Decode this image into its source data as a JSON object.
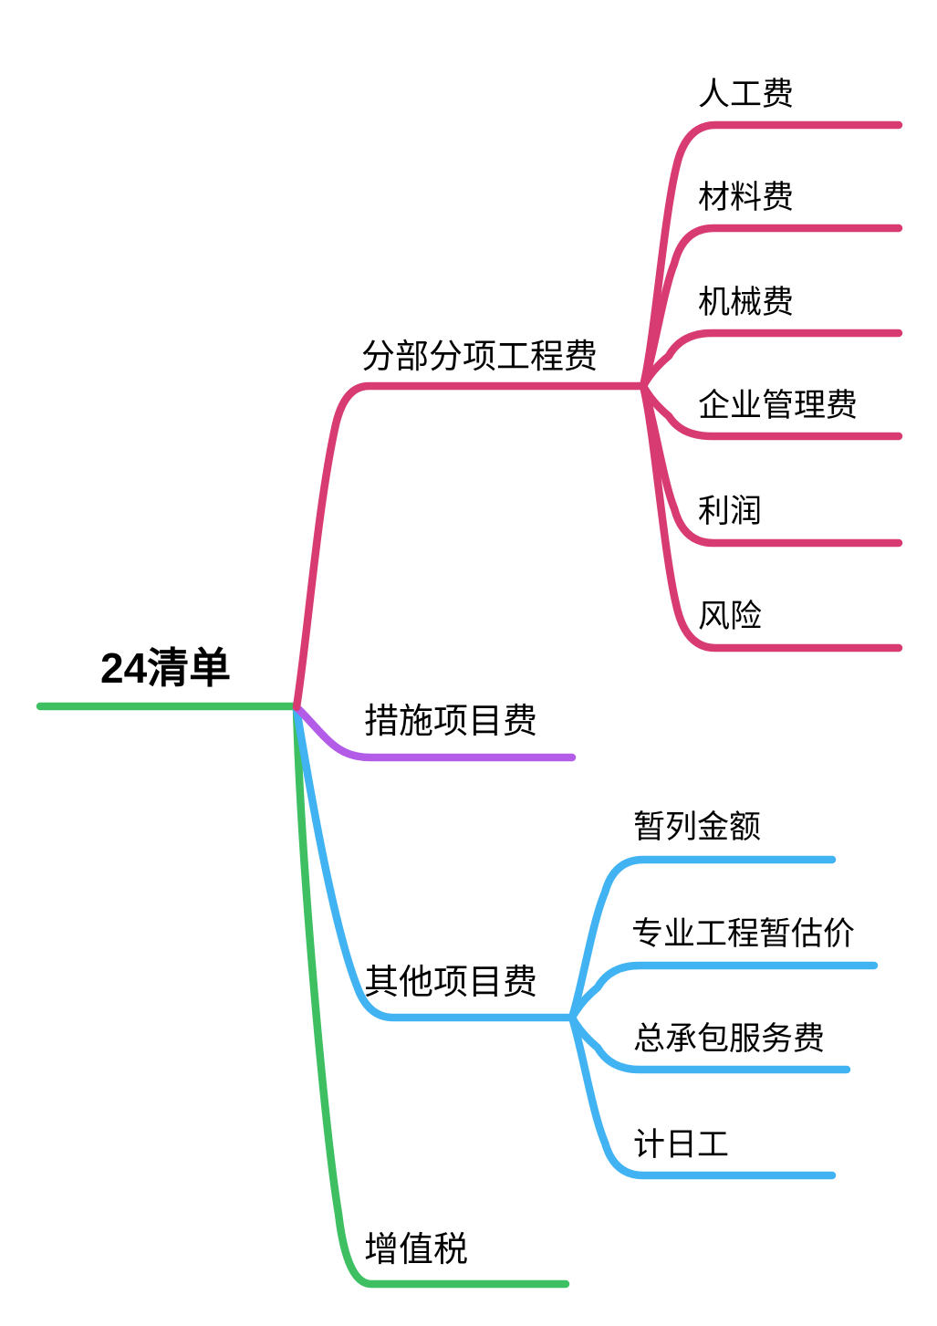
{
  "root": {
    "label": "24清单"
  },
  "branches": [
    {
      "label": "分部分项工程费",
      "color": "#D83A72",
      "children": [
        {
          "label": "人工费"
        },
        {
          "label": "材料费"
        },
        {
          "label": "机械费"
        },
        {
          "label": "企业管理费"
        },
        {
          "label": "利润"
        },
        {
          "label": "风险"
        }
      ]
    },
    {
      "label": "措施项目费",
      "color": "#B25CE8",
      "children": []
    },
    {
      "label": "其他项目费",
      "color": "#41B2F2",
      "children": [
        {
          "label": "暂列金额"
        },
        {
          "label": "专业工程暂估价"
        },
        {
          "label": "总承包服务费"
        },
        {
          "label": "计日工"
        }
      ]
    },
    {
      "label": "增值税",
      "color": "#3EBF62",
      "children": []
    }
  ],
  "colors": {
    "background": "#FFFFFF",
    "text": "#000000",
    "branch_pink": "#D83A72",
    "branch_purple": "#B25CE8",
    "branch_blue": "#41B2F2",
    "branch_green": "#3EBF62"
  }
}
